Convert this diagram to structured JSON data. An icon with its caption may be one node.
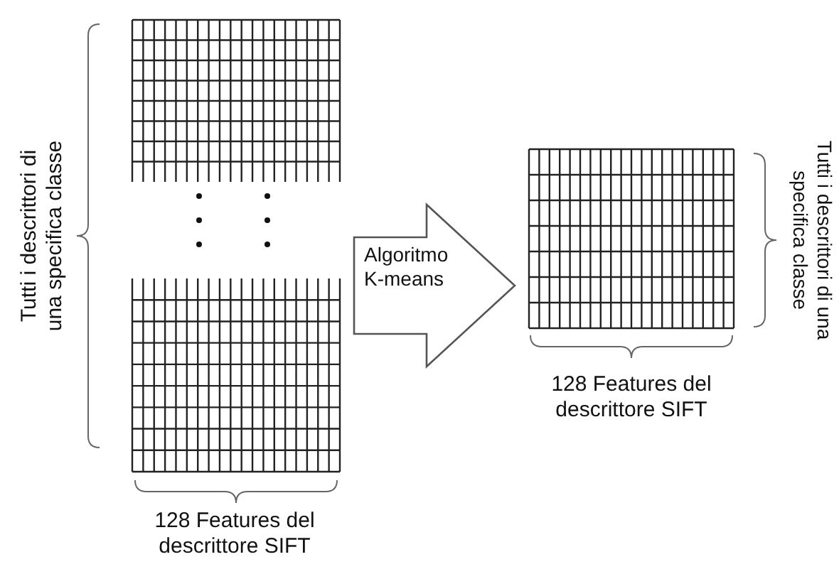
{
  "diagram": {
    "nodes": [
      {
        "text": [],
        "shape": "picture"
      },
      {
        "text": [],
        "shape": "picture"
      }
    ],
    "edges": [
      {
        "from": 0,
        "to": 1,
        "arrow": "to",
        "label": "Algoritmo K-means",
        "style": "thick"
      }
    ],
    "labels": [
      "Tutti i descrittori di una specifica classe",
      "128 Features del descrittore SIFT",
      "Tutti i descrittori di una specifica classe",
      "128 Features del descrittore SIFT"
    ]
  }
}
